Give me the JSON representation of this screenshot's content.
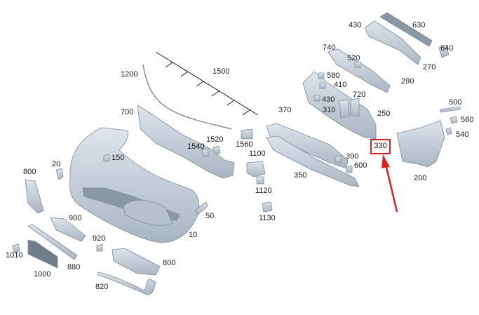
{
  "diagram": {
    "highlight": "330",
    "accent_color": "#e01e1e",
    "part_fill": "#c9d3de",
    "part_stroke": "#7d8a97",
    "labels": {
      "l10": "10",
      "l20": "20",
      "l50": "50",
      "l150": "150",
      "l200": "200",
      "l250": "250",
      "l270": "270",
      "l290": "290",
      "l310": "310",
      "l330": "330",
      "l350": "350",
      "l370": "370",
      "l390": "390",
      "l410": "410",
      "l430a": "430",
      "l430b": "430",
      "l500": "500",
      "l520": "520",
      "l540": "540",
      "l560": "560",
      "l580": "580",
      "l600": "600",
      "l630": "630",
      "l640": "640",
      "l700": "700",
      "l720": "720",
      "l740": "740",
      "l800a": "800",
      "l800b": "800",
      "l820": "820",
      "l880": "880",
      "l900": "900",
      "l920": "920",
      "l1000": "1000",
      "l1010": "1010",
      "l1100": "1100",
      "l1120": "1120",
      "l1130": "1130",
      "l1200": "1200",
      "l1500": "1500",
      "l1520": "1520",
      "l1540": "1540",
      "l1560": "1560"
    }
  }
}
